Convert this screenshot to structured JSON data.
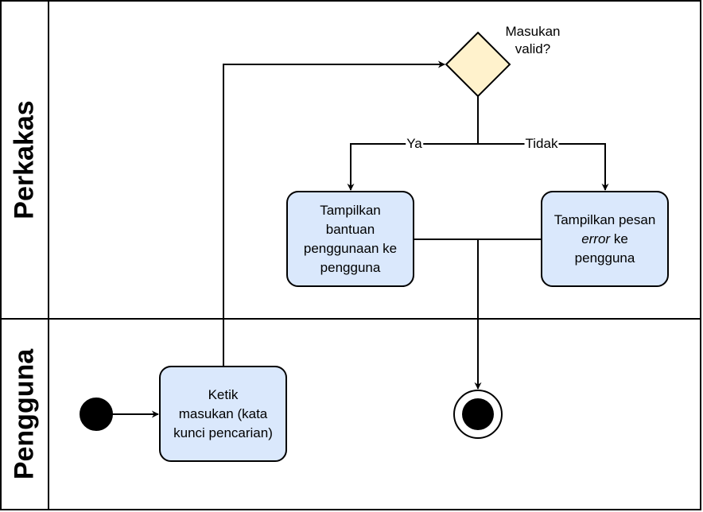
{
  "lanes": {
    "top": {
      "title": "Perkakas"
    },
    "bottom": {
      "title": "Pengguna"
    }
  },
  "nodes": {
    "input_action": {
      "lines": [
        "Ketik",
        "masukan (kata",
        "kunci pencarian)"
      ]
    },
    "decision": {
      "lines": [
        "Masukan",
        "valid?"
      ]
    },
    "help_action": {
      "lines": [
        "Tampilkan",
        "bantuan",
        "penggunaan ke",
        "pengguna"
      ]
    },
    "error_action": {
      "line1": "Tampilkan pesan",
      "line2_italic": "error",
      "line2_rest": " ke",
      "line3": "pengguna"
    }
  },
  "edges": {
    "yes_label": "Ya",
    "no_label": "Tidak"
  },
  "colors": {
    "action_fill": "#dae8fc",
    "decision_fill": "#fff2cc",
    "stroke": "#000000"
  }
}
